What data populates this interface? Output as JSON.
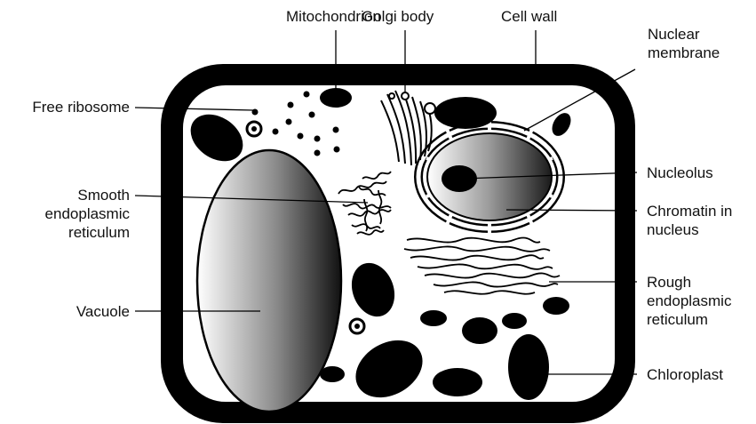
{
  "labels": {
    "mitochondrion": "Mitochondrion",
    "golgi_body": "Golgi body",
    "cell_wall": "Cell wall",
    "nuclear_membrane": "Nuclear\nmembrane",
    "free_ribosome": "Free ribosome",
    "smooth_er": "Smooth\nendoplasmic\nreticulum",
    "nucleolus": "Nucleolus",
    "chromatin": "Chromatin in\nnucleus",
    "vacuole": "Vacuole",
    "rough_er": "Rough\nendoplasmic\nreticulum",
    "chloroplast": "Chloroplast"
  },
  "colors": {
    "ink": "#000000",
    "background": "#ffffff",
    "gradient_light": "#ffffff",
    "gradient_mid": "#8a8a8a",
    "gradient_dark": "#111111"
  }
}
